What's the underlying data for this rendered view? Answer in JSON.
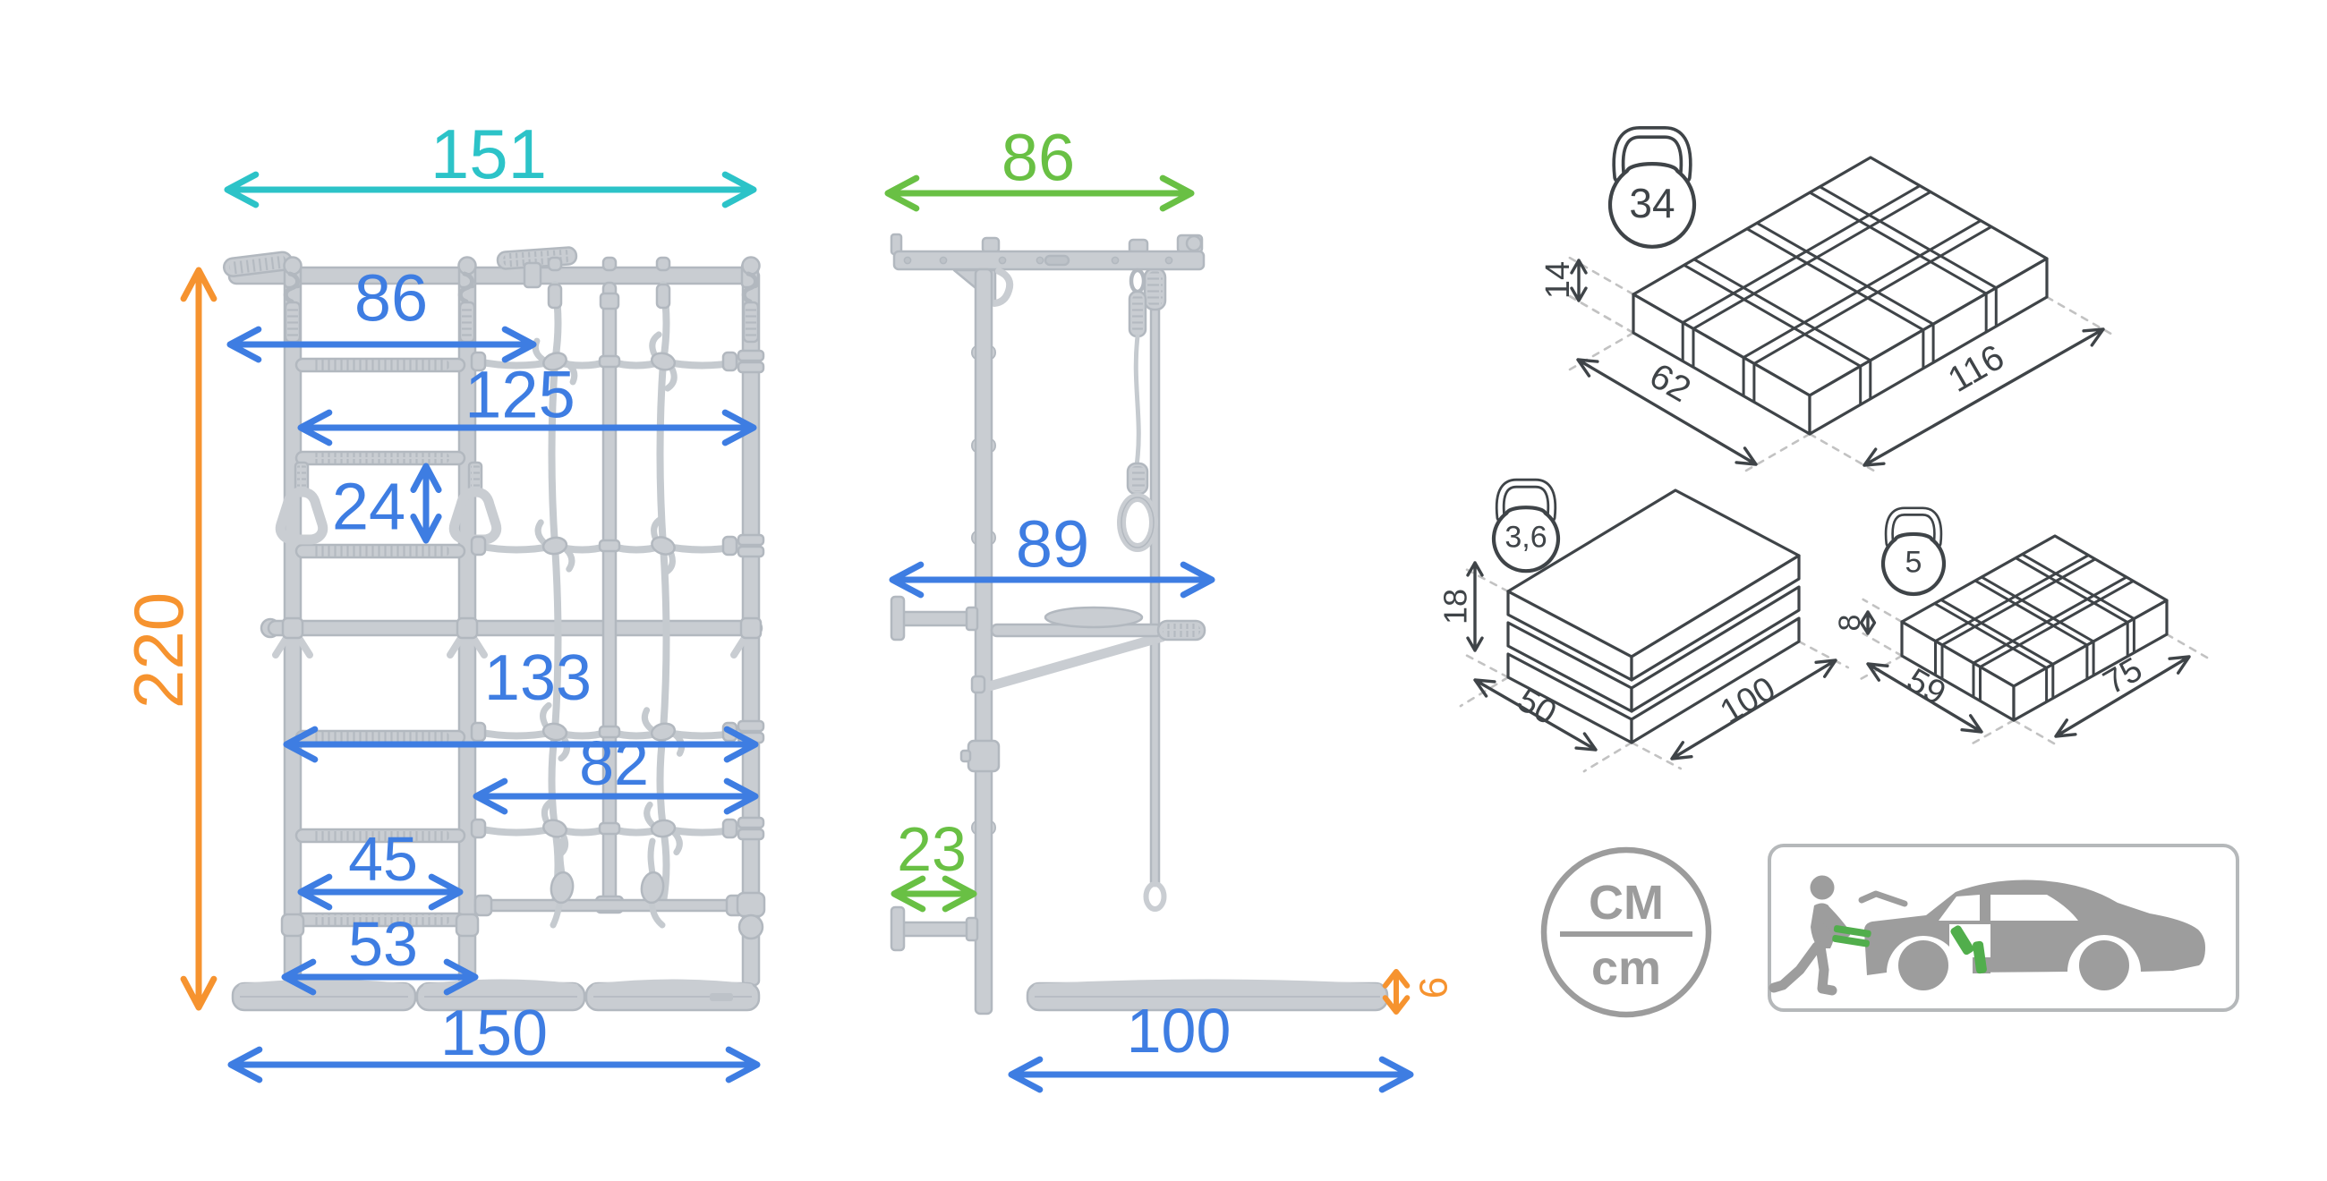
{
  "meta": {
    "description": "Dimensions diagram of a wall-mounted gymnastics ladder (Swedish wall) with climbing net, side view, floor mats and package sizes",
    "units": "cm"
  },
  "colors": {
    "blue": "#3e7de2",
    "cyan": "#2cc3c8",
    "green": "#69c044",
    "orange": "#f6932f",
    "struct": "#c9cdd2",
    "struct-edge": "#b2b8bf",
    "struct-dark": "#bdc2c8",
    "rope": "#c5cacf",
    "ink": "#3f4448",
    "dash": "#c2c2c2",
    "icon-grey": "#9c9c9c",
    "car-grey": "#9d9d9d",
    "car-green": "#51ae4c",
    "panel-border": "#b5b8ba"
  },
  "front_view": {
    "label": "front view",
    "dims": {
      "total_width": {
        "value": "151"
      },
      "total_height": {
        "value": "220"
      },
      "bar_width": {
        "value": "86"
      },
      "inner_width": {
        "value": "125"
      },
      "rung_spacing": {
        "value": "24"
      },
      "mid_width": {
        "value": "133"
      },
      "net_width": {
        "value": "82"
      },
      "ladder_inner_width": {
        "value": "45"
      },
      "ladder_outer_width": {
        "value": "53"
      },
      "mat_width": {
        "value": "150"
      }
    }
  },
  "side_view": {
    "label": "side view",
    "dims": {
      "arm_depth": {
        "value": "86"
      },
      "bar_depth": {
        "value": "89"
      },
      "wall_offset": {
        "value": "23"
      },
      "mat_length": {
        "value": "100"
      },
      "mat_thickness": {
        "value": "6"
      }
    }
  },
  "packages": [
    {
      "name": "package 1",
      "weight_kg": "34",
      "height": "14",
      "width": "62",
      "length": "116"
    },
    {
      "name": "package 2",
      "weight_kg": "3,6",
      "height": "18",
      "width": "50",
      "length": "100"
    },
    {
      "name": "package 3",
      "weight_kg": "5",
      "height": "8",
      "width": "59",
      "length": "75"
    }
  ],
  "units_badge": {
    "top": "CM",
    "bottom": "cm"
  }
}
